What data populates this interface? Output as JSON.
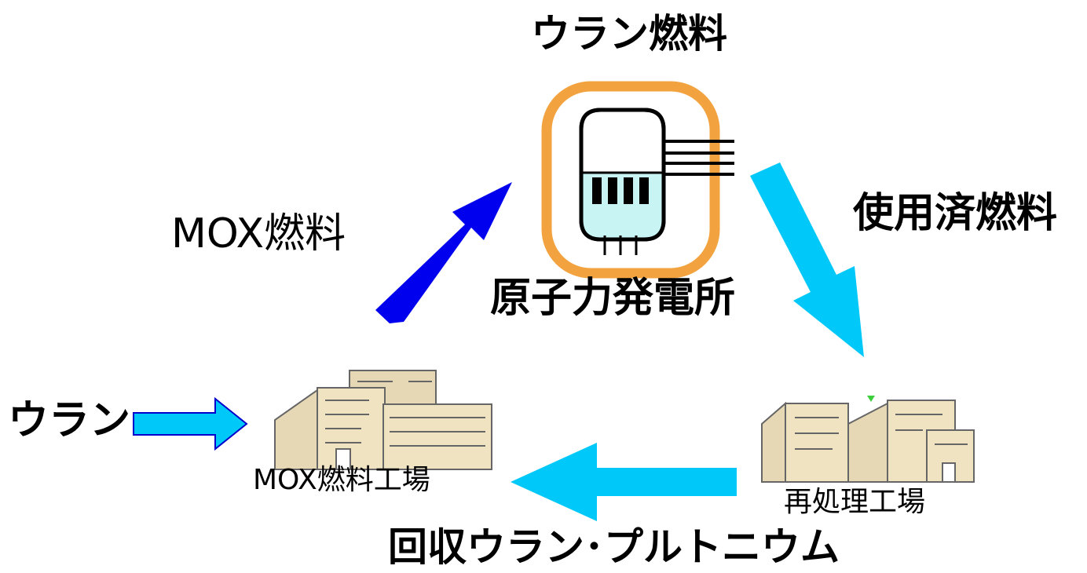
{
  "labels": {
    "top_fuel": "ウラン燃料",
    "plant": "原子力発電所",
    "spent_fuel": "使用済燃料",
    "mox_fuel": "MOX燃料",
    "uranium_input": "ウラン",
    "mox_factory": "MOX燃料工場",
    "reprocessing": "再処理工場",
    "recovered": "回収ウラン･プルトニウム"
  },
  "colors": {
    "arrow_mox": "#0000ee",
    "arrow_light": "#00c8f8",
    "reactor_ring": "#f2a340",
    "coolant": "#c8f4f4",
    "building": "#e6d8b4"
  }
}
